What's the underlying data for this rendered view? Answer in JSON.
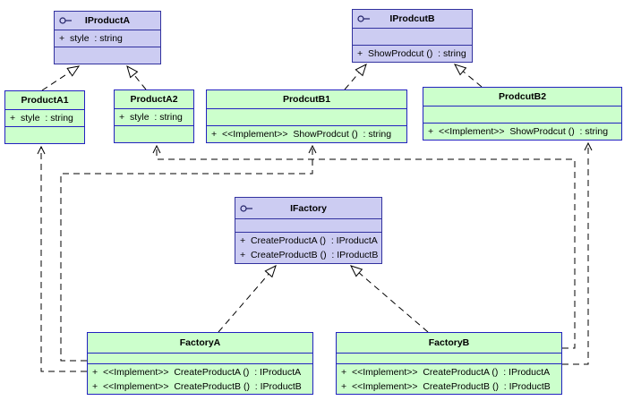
{
  "colors": {
    "background": "#ffffff",
    "interface_fill": "#ccccf2",
    "interface_border": "#32329f",
    "class_fill": "#ccffcc",
    "class_border": "#2222c0",
    "connector": "#000000"
  },
  "classes": {
    "iproducta": {
      "kind": "interface",
      "icon": "lollipop-interface-icon",
      "name": "IProductA",
      "attributes": [
        "+  style  : string"
      ],
      "operations": []
    },
    "iprodcutb": {
      "kind": "interface",
      "icon": "lollipop-interface-icon",
      "name": "IProdcutB",
      "attributes": [],
      "operations": [
        "+  ShowProdcut ()  : string"
      ]
    },
    "producta1": {
      "kind": "class",
      "name": "ProductA1",
      "attributes": [
        "+  style  : string"
      ],
      "operations": []
    },
    "producta2": {
      "kind": "class",
      "name": "ProductA2",
      "attributes": [
        "+  style  : string"
      ],
      "operations": []
    },
    "prodcutb1": {
      "kind": "class",
      "name": "ProdcutB1",
      "attributes": [],
      "operations": [
        "+  <<Implement>>  ShowProdcut ()  : string"
      ]
    },
    "prodcutb2": {
      "kind": "class",
      "name": "ProdcutB2",
      "attributes": [],
      "operations": [
        "+  <<Implement>>  ShowProdcut ()  : string"
      ]
    },
    "ifactory": {
      "kind": "interface",
      "icon": "lollipop-interface-icon",
      "name": "IFactory",
      "attributes": [],
      "operations": [
        "+  CreateProductA ()  : IProductA",
        "+  CreateProductB ()  : IProductB"
      ]
    },
    "factorya": {
      "kind": "class",
      "name": "FactoryA",
      "attributes": [],
      "operations": [
        "+  <<Implement>>  CreateProductA ()  : IProductA",
        "+  <<Implement>>  CreateProductB ()  : IProductB"
      ]
    },
    "factoryb": {
      "kind": "class",
      "name": "FactoryB",
      "attributes": [],
      "operations": [
        "+  <<Implement>>  CreateProductA ()  : IProductA",
        "+  <<Implement>>  CreateProductB ()  : IProductB"
      ]
    }
  },
  "relationships": [
    {
      "id": "real-producta1",
      "type": "realization",
      "from": "ProductA1",
      "to": "IProductA"
    },
    {
      "id": "real-producta2",
      "type": "realization",
      "from": "ProductA2",
      "to": "IProductA"
    },
    {
      "id": "real-prodcutb1",
      "type": "realization",
      "from": "ProdcutB1",
      "to": "IProdcutB"
    },
    {
      "id": "real-prodcutb2",
      "type": "realization",
      "from": "ProdcutB2",
      "to": "IProdcutB"
    },
    {
      "id": "real-factorya",
      "type": "realization",
      "from": "FactoryA",
      "to": "IFactory"
    },
    {
      "id": "real-factoryb",
      "type": "realization",
      "from": "FactoryB",
      "to": "IFactory"
    },
    {
      "id": "dep-factorya-producta1",
      "type": "dependency",
      "from": "FactoryA",
      "to": "ProductA1"
    },
    {
      "id": "dep-factorya-prodcutb1",
      "type": "dependency",
      "from": "FactoryA",
      "to": "ProdcutB1"
    },
    {
      "id": "dep-factoryb-producta2",
      "type": "dependency",
      "from": "FactoryB",
      "to": "ProductA2"
    },
    {
      "id": "dep-factoryb-prodcutb2",
      "type": "dependency",
      "from": "FactoryB",
      "to": "ProdcutB2"
    }
  ]
}
